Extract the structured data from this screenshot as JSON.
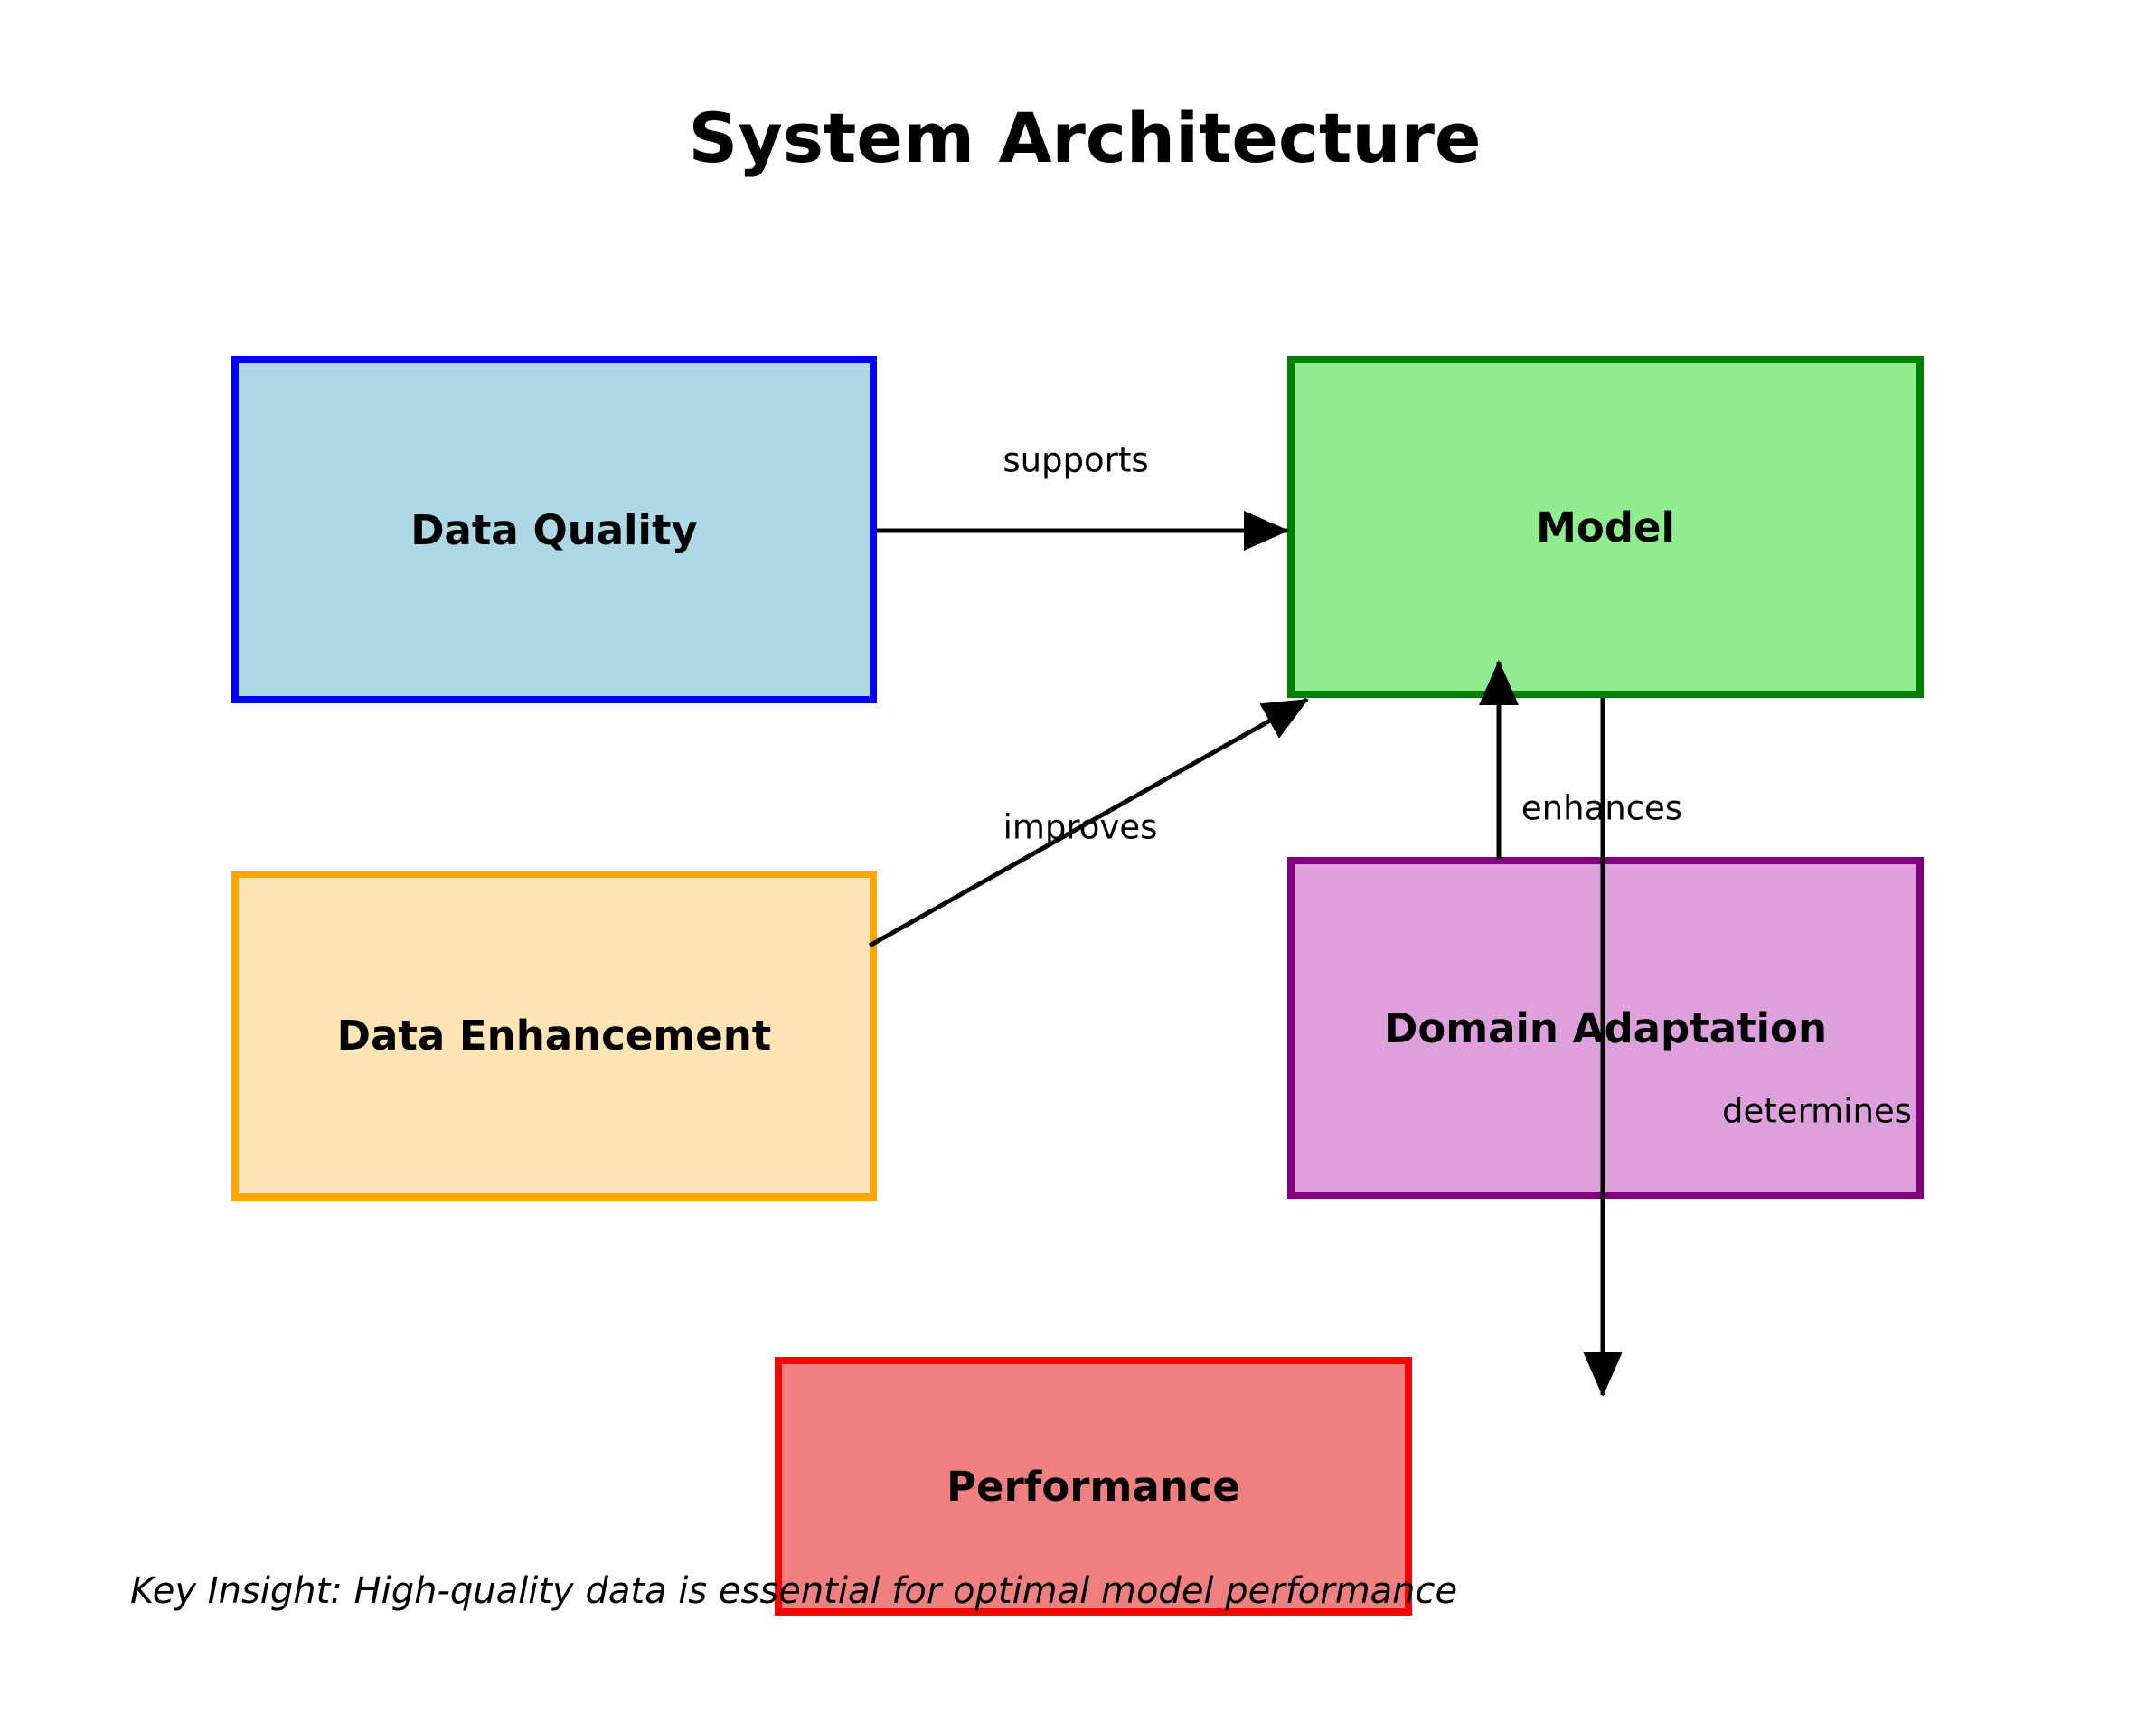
{
  "title": "System Architecture",
  "nodes": [
    {
      "id": "data-quality",
      "label": "Data Quality",
      "fill_color": "#ADD8E6",
      "border_color": "#0000FF"
    },
    {
      "id": "model",
      "label": "Model",
      "fill_color": "#90EE90",
      "border_color": "#008000"
    },
    {
      "id": "data-enhancement",
      "label": "Data Enhancement",
      "fill_color": "#FFE4B5",
      "border_color": "#FFA500"
    },
    {
      "id": "domain-adaptation",
      "label": "Domain Adaptation",
      "fill_color": "#DDA0DD",
      "border_color": "#800080"
    },
    {
      "id": "performance",
      "label": "Performance",
      "fill_color": "#F08080",
      "border_color": "#FF0000"
    }
  ],
  "edges": [
    {
      "label": "supports",
      "from": "Data Quality",
      "to": "Model"
    },
    {
      "label": "improves",
      "from": "Data Enhancement",
      "to": "Model"
    },
    {
      "label": "enhances",
      "from": "Domain Adaptation",
      "to": "Model"
    },
    {
      "label": "determines",
      "from": "Model",
      "to": "Performance"
    }
  ],
  "footnote": "Key Insight: High-quality data is essential for optimal model performance",
  "colors": {
    "arrow": "#000000",
    "text": "#000000",
    "background": "#FFFFFF"
  }
}
